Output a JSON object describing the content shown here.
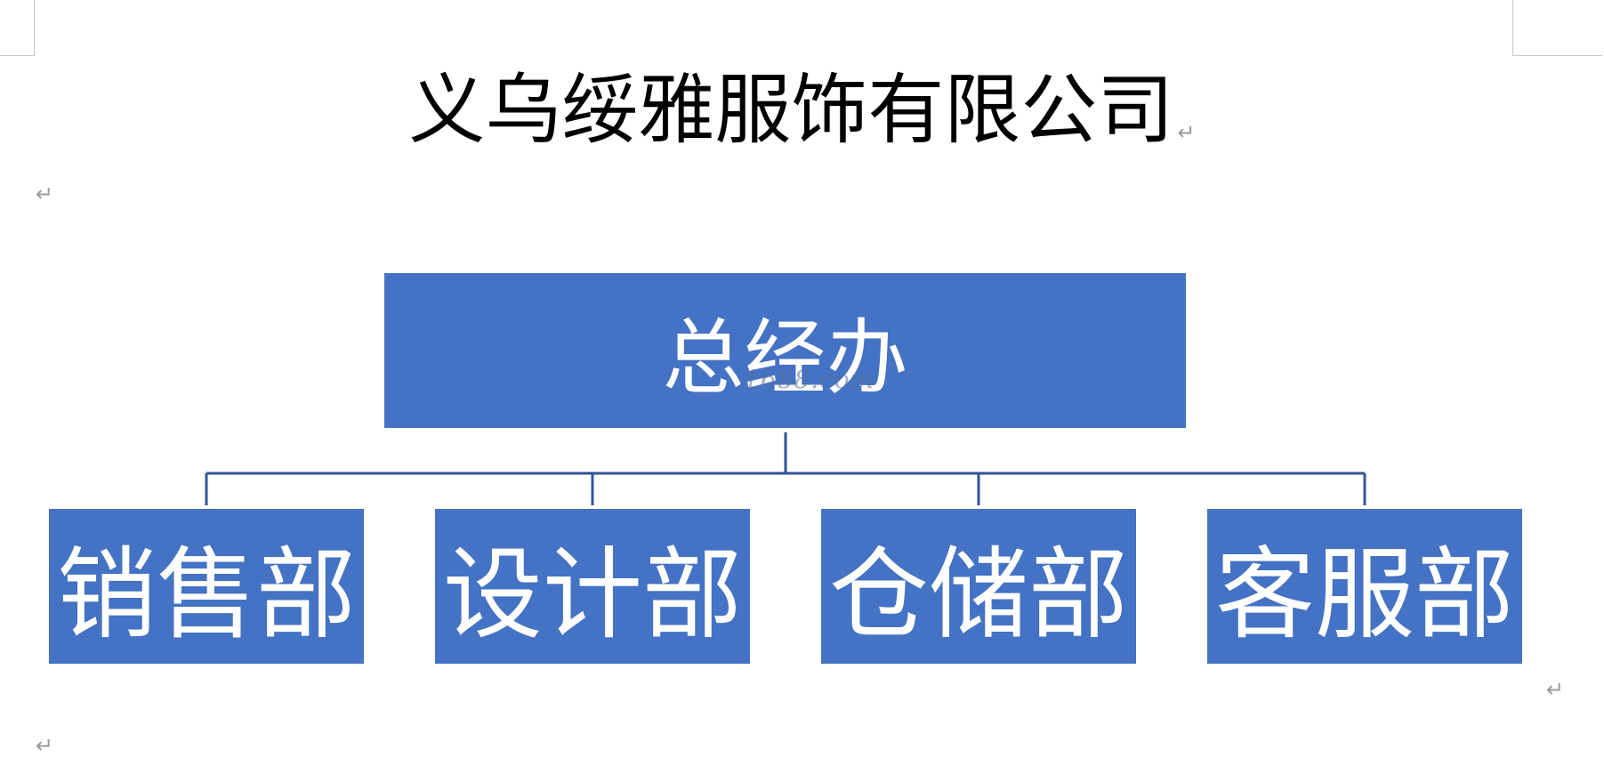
{
  "document": {
    "title": "义乌绥雅服饰有限公司",
    "paragraph_mark": "↵"
  },
  "org_chart": {
    "root": {
      "label": "总经办"
    },
    "departments": [
      {
        "label": "销售部"
      },
      {
        "label": "设计部"
      },
      {
        "label": "仓储部"
      },
      {
        "label": "客服部"
      }
    ],
    "colors": {
      "node_fill": "#4472c4",
      "node_text": "#ffffff",
      "connector": "#2f5597"
    }
  },
  "watermark": {
    "text": "1688.com"
  }
}
